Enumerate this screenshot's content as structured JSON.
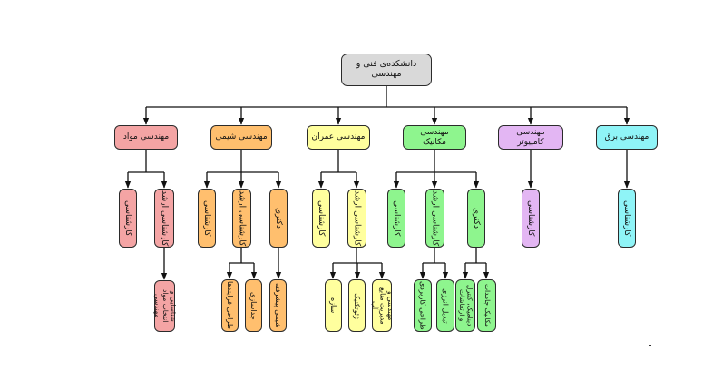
{
  "colors": {
    "root": "#d9d9d9",
    "materials": "#f4a4a4",
    "chemical": "#ffbf6e",
    "civil": "#ffff9e",
    "mechanical": "#8ef58e",
    "computer": "#e3b6f3",
    "electrical": "#8ff4f7",
    "lines": "#111111"
  },
  "root": {
    "label": "دانشکده‌ی فنی و مهندسی"
  },
  "departments": {
    "materials": {
      "label": "مهندسی مواد",
      "degrees": {
        "bachelor": "کارشناسی",
        "master": "کارشناسی ارشد"
      },
      "specializations": {
        "master_1": "شناسایی و انتخاب مواد مهندسی"
      }
    },
    "chemical": {
      "label": "مهندسی شیمی",
      "degrees": {
        "bachelor": "کارشناسی",
        "master": "کارشناسی ارشد",
        "phd": "دکتری"
      },
      "specializations": {
        "master_1": "طراحی فرایندها",
        "master_2": "جداسازی",
        "phd_1": "شیمی پیشرفته"
      }
    },
    "civil": {
      "label": "مهندسی عمران",
      "degrees": {
        "bachelor": "کارشناسی",
        "master": "کارشناسی ارشد"
      },
      "specializations": {
        "master_1": "سازه",
        "master_2": "ژئوتکنیک",
        "master_3": "مهندسی و مدیریت منابع آب"
      }
    },
    "mechanical": {
      "label": "مهندسی مکانیک",
      "degrees": {
        "bachelor": "کارشناسی",
        "master": "کارشناسی ارشد",
        "phd": "دکتری"
      },
      "specializations": {
        "master_1": "طراحی کاربردی",
        "master_2": "تبدیل انرژی",
        "phd_1": "دینامیک، کنترل و ارتعاشات",
        "phd_2": "مکانیک جامدات"
      }
    },
    "computer": {
      "label": "مهندسی کامپیوتر",
      "degrees": {
        "bachelor": "کارشناسی"
      }
    },
    "electrical": {
      "label": "مهندسی برق",
      "degrees": {
        "bachelor": "کارشناسی"
      }
    }
  }
}
